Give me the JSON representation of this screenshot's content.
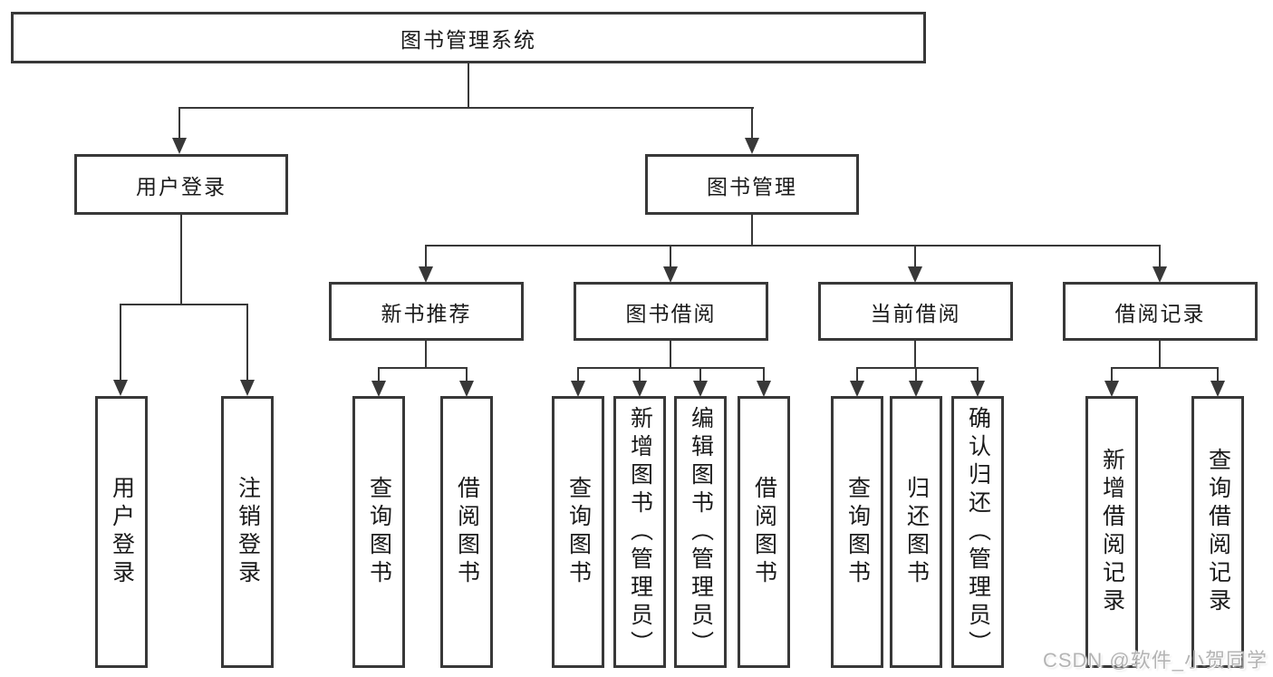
{
  "diagram": {
    "root": {
      "label": "图书管理系统"
    },
    "level1": [
      {
        "label": "用户登录"
      },
      {
        "label": "图书管理"
      }
    ],
    "level2": [
      {
        "label": "新书推荐"
      },
      {
        "label": "图书借阅"
      },
      {
        "label": "当前借阅"
      },
      {
        "label": "借阅记录"
      }
    ],
    "leaves": {
      "user_login": [
        {
          "label": "用户登录"
        },
        {
          "label": "注销登录"
        }
      ],
      "new_book_recommend": [
        {
          "label": "查询图书"
        },
        {
          "label": "借阅图书"
        }
      ],
      "book_borrow": [
        {
          "label": "查询图书"
        },
        {
          "label": "新增图书（管理员）"
        },
        {
          "label": "编辑图书（管理员）"
        },
        {
          "label": "借阅图书"
        }
      ],
      "current_borrow": [
        {
          "label": "查询图书"
        },
        {
          "label": "归还图书"
        },
        {
          "label": "确认归还（管理员）"
        }
      ],
      "borrow_records": [
        {
          "label": "新增借阅记录"
        },
        {
          "label": "查询借阅记录"
        }
      ]
    }
  },
  "watermark": {
    "text": "CSDN @软件_小贺同学"
  },
  "colors": {
    "line": "#383838",
    "text": "#1a1a1a",
    "watermark": "#b4b4b4",
    "background": "#ffffff"
  }
}
